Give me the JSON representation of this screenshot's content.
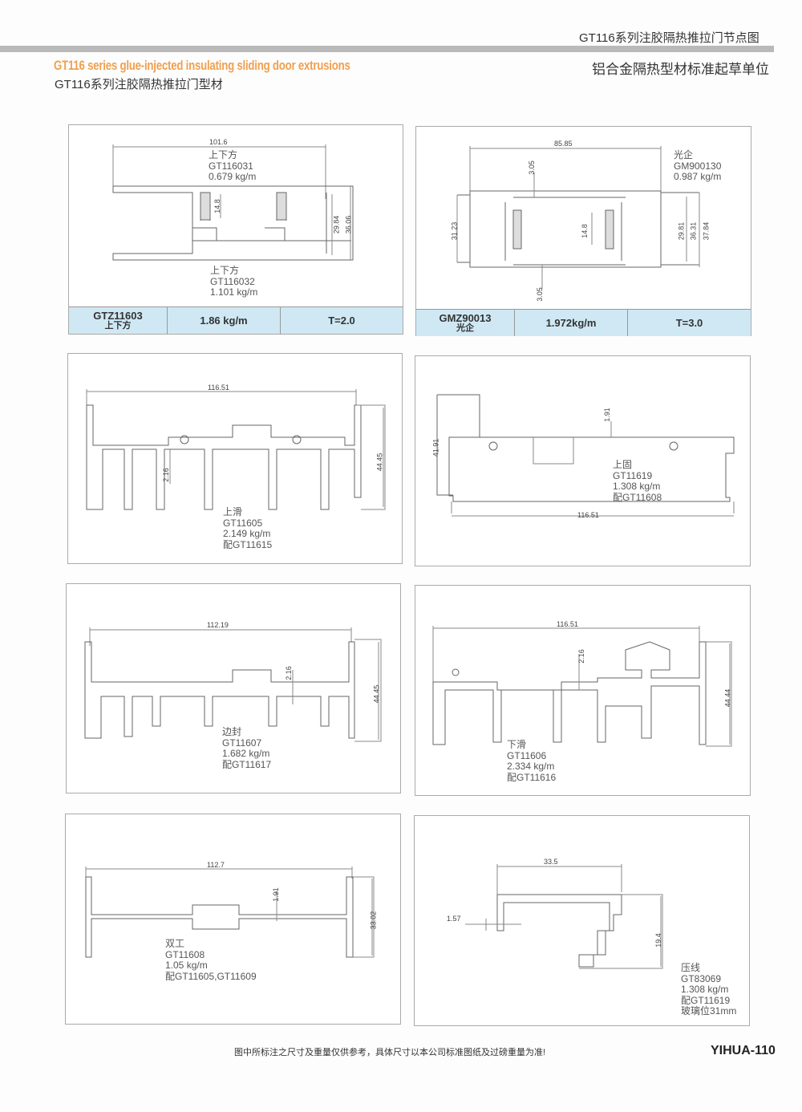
{
  "header": {
    "series_title": "GT116系列注胶隔热推拉门节点图",
    "category": "铝合金隔热型材标准起草单位",
    "english_title": "GT116 series glue-injected insulating sliding door extrusions",
    "chinese_title": "GT116系列注胶隔热推拉门型材"
  },
  "panels": [
    {
      "labels": [
        "上下方\nGT116031\n0.679 kg/m",
        "上下方\nGT116032\n1.101 kg/m"
      ],
      "dims": [
        "101.6",
        "14.8",
        "29.84",
        "36.06"
      ],
      "bar": {
        "code": "GTZ11603",
        "name": "上下方",
        "weight": "1.86 kg/m",
        "thickness": "T=2.0"
      }
    },
    {
      "labels": [
        "光企\nGM900130\n0.987 kg/m"
      ],
      "dims": [
        "85.85",
        "3.05",
        "31.23",
        "14.8",
        "3.05",
        "29.81",
        "36.31",
        "37.84"
      ],
      "bar": {
        "code": "GMZ90013",
        "name": "光企",
        "weight": "1.972kg/m",
        "thickness": "T=3.0"
      }
    },
    {
      "labels": [
        "上滑\nGT11605\n2.149 kg/m\n配GT11615"
      ],
      "dims": [
        "116.51",
        "2.16",
        "44.45"
      ]
    },
    {
      "labels": [
        "上固\nGT11619\n1.308 kg/m\n配GT11608"
      ],
      "dims": [
        "41.91",
        "1.91",
        "116.51"
      ]
    },
    {
      "labels": [
        "边封\nGT11607\n1.682 kg/m\n配GT11617"
      ],
      "dims": [
        "112.19",
        "2.16",
        "44.45"
      ]
    },
    {
      "labels": [
        "下滑\nGT11606\n2.334 kg/m\n配GT11616"
      ],
      "dims": [
        "116.51",
        "2.16",
        "44.44"
      ]
    },
    {
      "labels": [
        "双工\nGT11608\n1.05 kg/m\n配GT11605,GT11609"
      ],
      "dims": [
        "112.7",
        "1.91",
        "33.02"
      ]
    },
    {
      "labels": [
        "压线\nGT83069\n1.308 kg/m\n配GT11619\n玻璃位31mm"
      ],
      "dims": [
        "33.5",
        "1.57",
        "19.4"
      ]
    }
  ],
  "footer": {
    "note": "图中所标注之尺寸及重量仅供参考，具体尺寸以本公司标准图纸及过磅重量为准!",
    "page": "YIHUA-110"
  }
}
